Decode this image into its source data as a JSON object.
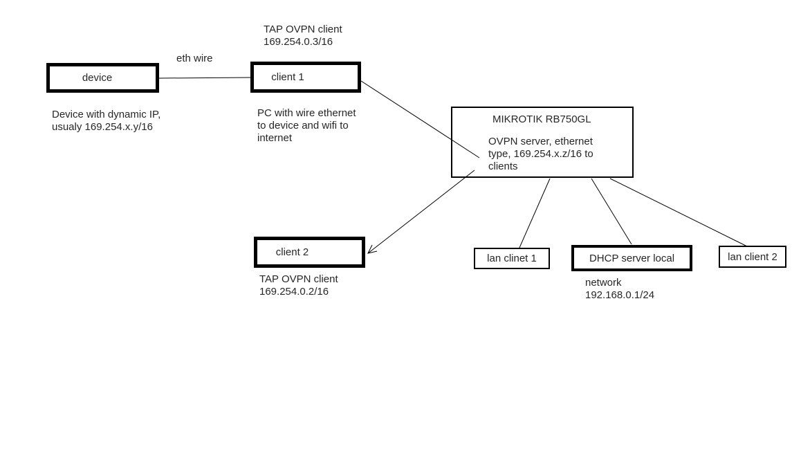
{
  "diagram": {
    "type": "network-topology",
    "colors": {
      "background": "#ffffff",
      "border": "#000000",
      "line": "#000000",
      "text": "#262626"
    },
    "nodes": {
      "device": {
        "label": "device"
      },
      "client1": {
        "label": "client 1"
      },
      "client2": {
        "label": "client 2"
      },
      "mikrotik": {
        "title": "MIKROTIK RB750GL",
        "body": "OVPN server, ethernet\ntype, 169.254.x.z/16 to\nclients"
      },
      "lan_client1": {
        "label": "lan clinet 1"
      },
      "dhcp": {
        "label": "DHCP server local"
      },
      "lan_client2": {
        "label": "lan client 2"
      }
    },
    "annotations": {
      "eth_wire": "eth wire",
      "client1_ip": "TAP OVPN client\n169.254.0.3/16",
      "device_note": "Device with dynamic IP,\nusualy 169.254.x.y/16",
      "client1_note": "PC with wire ethernet\nto device and wifi to\ninternet",
      "client2_ip": "TAP OVPN client\n169.254.0.2/16",
      "dhcp_note": "network\n192.168.0.1/24"
    },
    "edges": [
      {
        "from": "device",
        "to": "client1",
        "label": "eth wire",
        "arrow": false
      },
      {
        "from": "client1",
        "to": "mikrotik",
        "label": "",
        "arrow": false
      },
      {
        "from": "mikrotik",
        "to": "client2",
        "label": "",
        "arrow": true
      },
      {
        "from": "mikrotik",
        "to": "lan_client1",
        "label": "",
        "arrow": false
      },
      {
        "from": "mikrotik",
        "to": "dhcp",
        "label": "",
        "arrow": false
      },
      {
        "from": "mikrotik",
        "to": "lan_client2",
        "label": "",
        "arrow": false
      }
    ]
  }
}
